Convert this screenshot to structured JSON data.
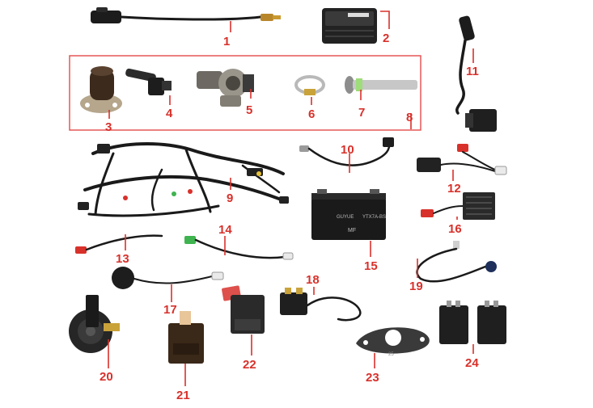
{
  "accent_color": "#d8312b",
  "group_frame_color": "#e34b4b",
  "callouts": [
    {
      "id": "1",
      "text": "1"
    },
    {
      "id": "2",
      "text": "2"
    },
    {
      "id": "3",
      "text": "3"
    },
    {
      "id": "4",
      "text": "4"
    },
    {
      "id": "5",
      "text": "5"
    },
    {
      "id": "6",
      "text": "6"
    },
    {
      "id": "7",
      "text": "7"
    },
    {
      "id": "8",
      "text": "8"
    },
    {
      "id": "9",
      "text": "9"
    },
    {
      "id": "10",
      "text": "10"
    },
    {
      "id": "11",
      "text": "11"
    },
    {
      "id": "12",
      "text": "12"
    },
    {
      "id": "13",
      "text": "13"
    },
    {
      "id": "14",
      "text": "14"
    },
    {
      "id": "15",
      "text": "15"
    },
    {
      "id": "16",
      "text": "16"
    },
    {
      "id": "17",
      "text": "17"
    },
    {
      "id": "18",
      "text": "18"
    },
    {
      "id": "19",
      "text": "19"
    },
    {
      "id": "20",
      "text": "20"
    },
    {
      "id": "21",
      "text": "21"
    },
    {
      "id": "22",
      "text": "22"
    },
    {
      "id": "23",
      "text": "23"
    },
    {
      "id": "24",
      "text": "24"
    }
  ],
  "battery": {
    "brand": "GUYUE",
    "model": "YTX7A-BS",
    "mark": "MF"
  },
  "gasket_mark": "25"
}
